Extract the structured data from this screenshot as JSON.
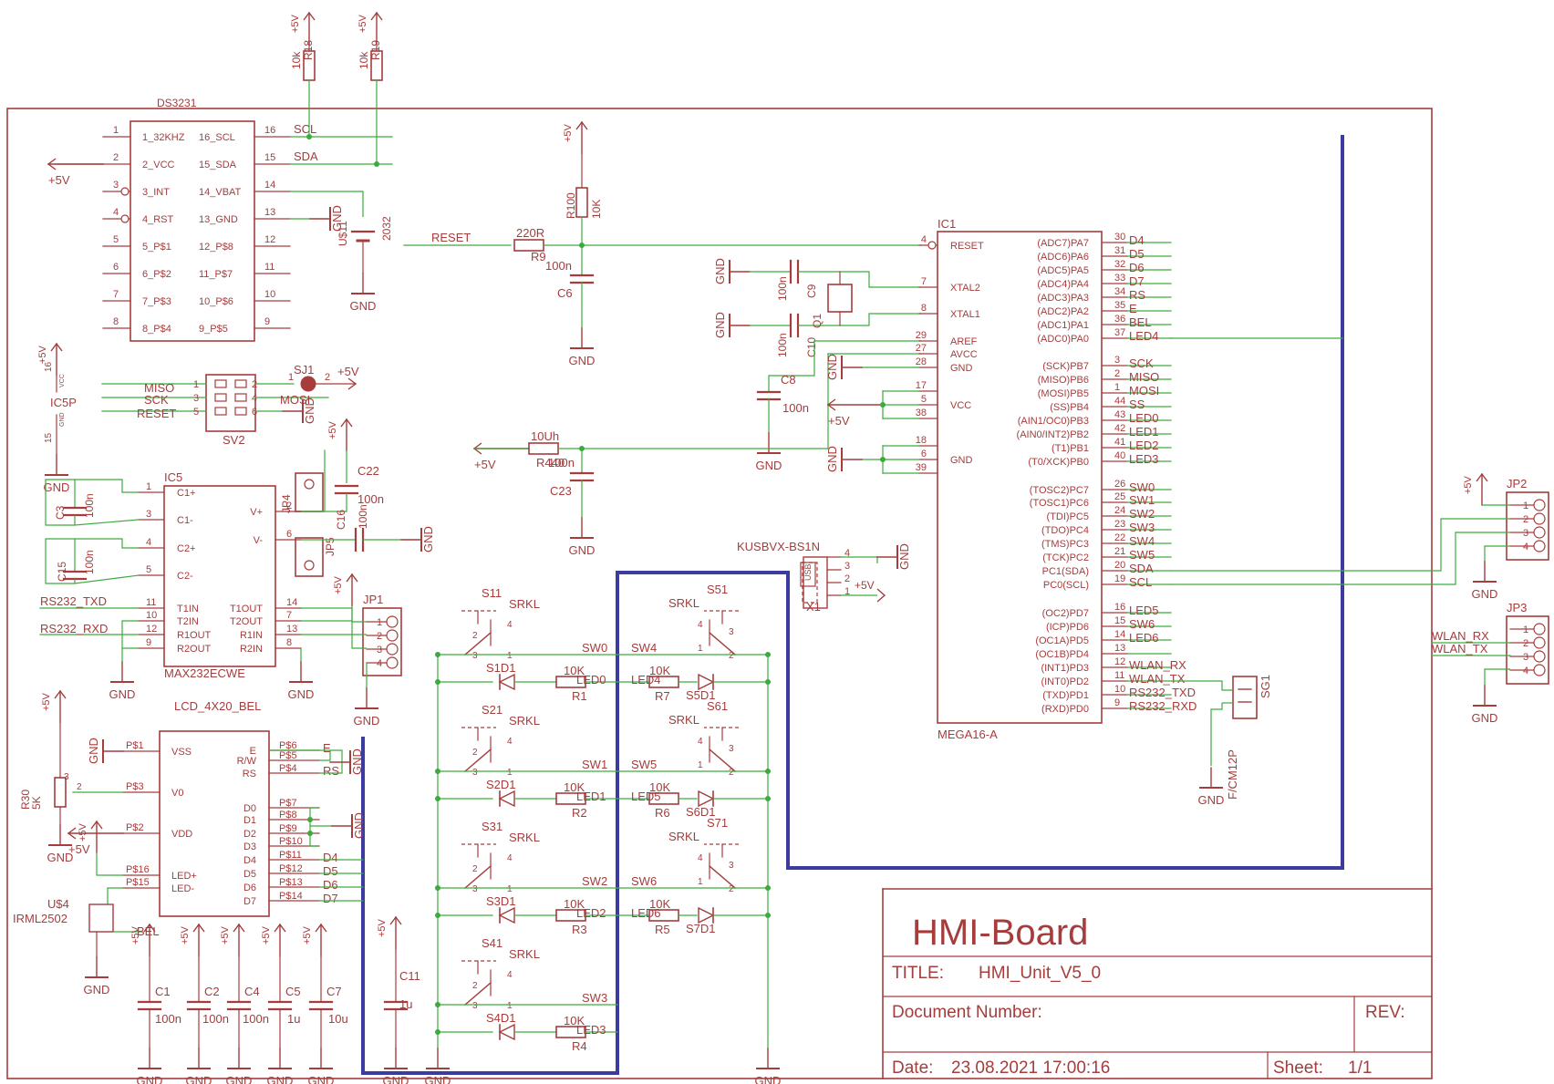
{
  "title_block": {
    "project_name": "HMI-Board",
    "title_label": "TITLE:",
    "title_value": "HMI_Unit_V5_0",
    "docnum_label": "Document Number:",
    "rev_label": "REV:",
    "date_label": "Date:",
    "date_value": "23.08.2021 17:00:16",
    "sheet_label": "Sheet:",
    "sheet_value": "1/1"
  },
  "ds3231": {
    "name": "DS3231",
    "pins_left": [
      "1_32KHZ",
      "2_VCC",
      "3_INT",
      "4_RST",
      "5_P$1",
      "6_P$2",
      "7_P$3",
      "8_P$4"
    ],
    "nums_left": [
      "1",
      "2",
      "3",
      "4",
      "5",
      "6",
      "7",
      "8"
    ],
    "pins_right": [
      "16_SCL",
      "15_SDA",
      "14_VBAT",
      "13_GND",
      "12_P$8",
      "11_P$7",
      "10_P$6",
      "9_P$5"
    ],
    "nums_right": [
      "16",
      "15",
      "14",
      "13",
      "12",
      "11",
      "10",
      "9"
    ],
    "net_scl": "SCL",
    "net_sda": "SDA",
    "vcc_label": "+5V"
  },
  "pullups": {
    "r18_name": "R18",
    "r18_value": "10k",
    "r19_name": "R19",
    "r19_value": "10k",
    "supply": "+5V"
  },
  "battery": {
    "name": "U$11",
    "value": "2032",
    "gnd": "GND"
  },
  "reset_circuit": {
    "net": "RESET",
    "r9_name": "R9",
    "r9_value": "220R",
    "r100_name": "R100",
    "r100_value": "10K",
    "c6_name": "C6",
    "c6_value": "100n",
    "supply": "+5V",
    "gnd": "GND"
  },
  "crystal": {
    "c9_name": "C9",
    "c9_value": "100n",
    "c10_name": "C10",
    "c10_value": "100n",
    "q1_name": "Q1",
    "c8_name": "C8",
    "c8_value": "100n",
    "gnd": "GND"
  },
  "isp": {
    "name": "SV2",
    "ic5p": "IC5P",
    "ic5p_vcc_num": "16",
    "ic5p_gnd_num": "15",
    "ic5p_vcc_tag": "VCC",
    "ic5p_gnd_tag": "GND",
    "sj1": "SJ1",
    "nets": [
      "MISO",
      "SCK",
      "RESET",
      "MOSI"
    ],
    "pin_nums": [
      "1",
      "2",
      "3",
      "4",
      "5",
      "6"
    ],
    "sj_pins": [
      "1",
      "2"
    ],
    "supply": "+5V",
    "gnd": "GND"
  },
  "filter": {
    "l_value": "10Uh",
    "r_name": "R440",
    "c23_name": "C23",
    "c23_value": "100n",
    "supply": "+5V",
    "gnd": "GND"
  },
  "usb": {
    "name": "KUSBVX-BS1N",
    "ref": "X1",
    "tag": "USB",
    "pins": [
      "4",
      "3",
      "2",
      "1"
    ],
    "supply": "+5V",
    "gnd": "GND"
  },
  "mcu": {
    "ref": "IC1",
    "value": "MEGA16-A",
    "left_pins": [
      {
        "num": "4",
        "name": "RESET"
      },
      {
        "num": "7",
        "name": "XTAL2"
      },
      {
        "num": "8",
        "name": "XTAL1"
      },
      {
        "num": "29",
        "name": "AREF"
      },
      {
        "num": "27",
        "name": "AVCC"
      },
      {
        "num": "28",
        "name": "GND"
      },
      {
        "num": "17",
        "name": ""
      },
      {
        "num": "5",
        "name": "VCC"
      },
      {
        "num": "38",
        "name": ""
      },
      {
        "num": "18",
        "name": ""
      },
      {
        "num": "6",
        "name": "GND"
      },
      {
        "num": "39",
        "name": ""
      }
    ],
    "right_pins": [
      {
        "name": "(ADC7)PA7",
        "num": "30",
        "net": "D4"
      },
      {
        "name": "(ADC6)PA6",
        "num": "31",
        "net": "D5"
      },
      {
        "name": "(ADC5)PA5",
        "num": "32",
        "net": "D6"
      },
      {
        "name": "(ADC4)PA4",
        "num": "33",
        "net": "D7"
      },
      {
        "name": "(ADC3)PA3",
        "num": "34",
        "net": "RS"
      },
      {
        "name": "(ADC2)PA2",
        "num": "35",
        "net": "E"
      },
      {
        "name": "(ADC1)PA1",
        "num": "36",
        "net": "BEL"
      },
      {
        "name": "(ADC0)PA0",
        "num": "37",
        "net": "LED4"
      },
      {
        "name": "(SCK)PB7",
        "num": "3",
        "net": "SCK"
      },
      {
        "name": "(MISO)PB6",
        "num": "2",
        "net": "MISO"
      },
      {
        "name": "(MOSI)PB5",
        "num": "1",
        "net": "MOSI"
      },
      {
        "name": "(SS)PB4",
        "num": "44",
        "net": "SS"
      },
      {
        "name": "(AIN1/OC0)PB3",
        "num": "43",
        "net": "LED0"
      },
      {
        "name": "(AIN0/INT2)PB2",
        "num": "42",
        "net": "LED1"
      },
      {
        "name": "(T1)PB1",
        "num": "41",
        "net": "LED2"
      },
      {
        "name": "(T0/XCK)PB0",
        "num": "40",
        "net": "LED3"
      },
      {
        "name": "(TOSC2)PC7",
        "num": "26",
        "net": "SW0"
      },
      {
        "name": "(TOSC1)PC6",
        "num": "25",
        "net": "SW1"
      },
      {
        "name": "(TDI)PC5",
        "num": "24",
        "net": "SW2"
      },
      {
        "name": "(TDO)PC4",
        "num": "23",
        "net": "SW3"
      },
      {
        "name": "(TMS)PC3",
        "num": "22",
        "net": "SW4"
      },
      {
        "name": "(TCK)PC2",
        "num": "21",
        "net": "SW5"
      },
      {
        "name": "PC1(SDA)",
        "num": "20",
        "net": "SDA"
      },
      {
        "name": "PC0(SCL)",
        "num": "19",
        "net": "SCL"
      },
      {
        "name": "(OC2)PD7",
        "num": "16",
        "net": "LED5"
      },
      {
        "name": "(ICP)PD6",
        "num": "15",
        "net": "SW6"
      },
      {
        "name": "(OC1A)PD5",
        "num": "14",
        "net": "LED6"
      },
      {
        "name": "(OC1B)PD4",
        "num": "13",
        "net": ""
      },
      {
        "name": "(INT1)PD3",
        "num": "12",
        "net": "WLAN_RX"
      },
      {
        "name": "(INT0)PD2",
        "num": "11",
        "net": "WLAN_TX"
      },
      {
        "name": "(TXD)PD1",
        "num": "10",
        "net": "RS232_TXD"
      },
      {
        "name": "(RXD)PD0",
        "num": "9",
        "net": "RS232_RXD"
      }
    ],
    "supply": "+5V",
    "gnd": "GND"
  },
  "buzzer": {
    "name": "SG1",
    "value": "F/CM12P",
    "gnd": "GND"
  },
  "jp2": {
    "name": "JP2",
    "pins": [
      "1",
      "2",
      "3",
      "4"
    ],
    "supply": "+5V",
    "gnd": "GND"
  },
  "jp3": {
    "name": "JP3",
    "pins": [
      "1",
      "2",
      "3",
      "4"
    ],
    "nets": [
      "WLAN_RX",
      "WLAN_TX"
    ],
    "gnd": "GND"
  },
  "max232": {
    "ref": "IC5",
    "value": "MAX232ECWE",
    "left_pins": [
      {
        "num": "1",
        "name": "C1+"
      },
      {
        "num": "3",
        "name": "C1-"
      },
      {
        "num": "4",
        "name": "C2+"
      },
      {
        "num": "5",
        "name": "C2-"
      },
      {
        "num": "11",
        "name": "T1IN"
      },
      {
        "num": "10",
        "name": "T2IN"
      },
      {
        "num": "12",
        "name": "R1OUT"
      },
      {
        "num": "9",
        "name": "R2OUT"
      }
    ],
    "right_pins": [
      {
        "num": "2",
        "name": "V+"
      },
      {
        "num": "6",
        "name": "V-"
      },
      {
        "num": "14",
        "name": "T1OUT"
      },
      {
        "num": "7",
        "name": "T2OUT"
      },
      {
        "num": "13",
        "name": "R1IN"
      },
      {
        "num": "8",
        "name": "R2IN"
      }
    ],
    "nets": [
      "RS232_TXD",
      "RS232_RXD"
    ],
    "c3_name": "C3",
    "c3_value": "100n",
    "c15_name": "C15",
    "c15_value": "100n",
    "c22_name": "C22",
    "c22_value": "100n",
    "c16_name": "C16",
    "c16_value": "100n",
    "jp4": "JP4",
    "jp5": "JP5",
    "supply": "+5V",
    "gnd": "GND"
  },
  "jp1": {
    "name": "JP1",
    "pins": [
      "1",
      "2",
      "3",
      "4"
    ],
    "supply": "+5V",
    "gnd": "GND"
  },
  "lcd": {
    "name": "LCD_4X20_BEL",
    "left_pins": [
      {
        "num": "P$1",
        "name": "VSS"
      },
      {
        "num": "P$3",
        "name": "V0"
      },
      {
        "num": "P$2",
        "name": "VDD"
      },
      {
        "num": "P$16",
        "name": "LED+"
      },
      {
        "num": "P$15",
        "name": "LED-"
      }
    ],
    "right_pins": [
      {
        "num": "P$6",
        "name": "E",
        "net": "E"
      },
      {
        "num": "P$5",
        "name": "R/W",
        "net": ""
      },
      {
        "num": "P$4",
        "name": "RS",
        "net": "RS"
      },
      {
        "num": "P$7",
        "name": "D0",
        "net": ""
      },
      {
        "num": "P$8",
        "name": "D1",
        "net": ""
      },
      {
        "num": "P$9",
        "name": "D2",
        "net": ""
      },
      {
        "num": "P$10",
        "name": "D3",
        "net": ""
      },
      {
        "num": "P$11",
        "name": "D4",
        "net": "D4"
      },
      {
        "num": "P$12",
        "name": "D5",
        "net": "D5"
      },
      {
        "num": "P$13",
        "name": "D6",
        "net": "D6"
      },
      {
        "num": "P$14",
        "name": "D7",
        "net": "D7"
      }
    ],
    "r30_name": "R30",
    "r30_value": "5K",
    "r30_pins": [
      "3",
      "2"
    ],
    "fet_name": "U$4",
    "fet_value": "IRML2502",
    "bel_net": "BEL",
    "supply": "+5V",
    "gnd": "GND"
  },
  "decoupling": [
    {
      "name": "C1",
      "value": "100n"
    },
    {
      "name": "C2",
      "value": "100n"
    },
    {
      "name": "C4",
      "value": "100n"
    },
    {
      "name": "C5",
      "value": "1u"
    },
    {
      "name": "C7",
      "value": "10u"
    },
    {
      "name": "C11",
      "value": "1u"
    }
  ],
  "supply_label": "+5V",
  "gnd_label": "GND",
  "switch_value": "SRKL",
  "sw_pin_nums": [
    "1",
    "2",
    "3",
    "4"
  ],
  "left_switches": [
    {
      "name": "S11",
      "net": "SW0",
      "led": "S1D1",
      "r": "R1",
      "rv": "10K",
      "led_net": "LED0"
    },
    {
      "name": "S21",
      "net": "SW1",
      "led": "S2D1",
      "r": "R2",
      "rv": "10K",
      "led_net": "LED1"
    },
    {
      "name": "S31",
      "net": "SW2",
      "led": "S3D1",
      "r": "R3",
      "rv": "10K",
      "led_net": "LED2"
    },
    {
      "name": "S41",
      "net": "SW3",
      "led": "S4D1",
      "r": "R4",
      "rv": "10K",
      "led_net": "LED3"
    }
  ],
  "right_switches": [
    {
      "name": "S51",
      "net": "SW4",
      "led": "S5D1",
      "r": "R7",
      "rv": "10K",
      "led_net": "LED4"
    },
    {
      "name": "S61",
      "net": "SW5",
      "led": "S6D1",
      "r": "R6",
      "rv": "10K",
      "led_net": "LED5"
    },
    {
      "name": "S71",
      "net": "SW6",
      "led": "S7D1",
      "r": "R5",
      "rv": "10K",
      "led_net": "LED6"
    }
  ],
  "colors": {
    "component": "#a63c3c",
    "wire": "#3caa3c",
    "junction": "#3caa3c",
    "board_outline": "#3c3ca0",
    "frame": "#a63c3c",
    "background": "#ffffff"
  }
}
